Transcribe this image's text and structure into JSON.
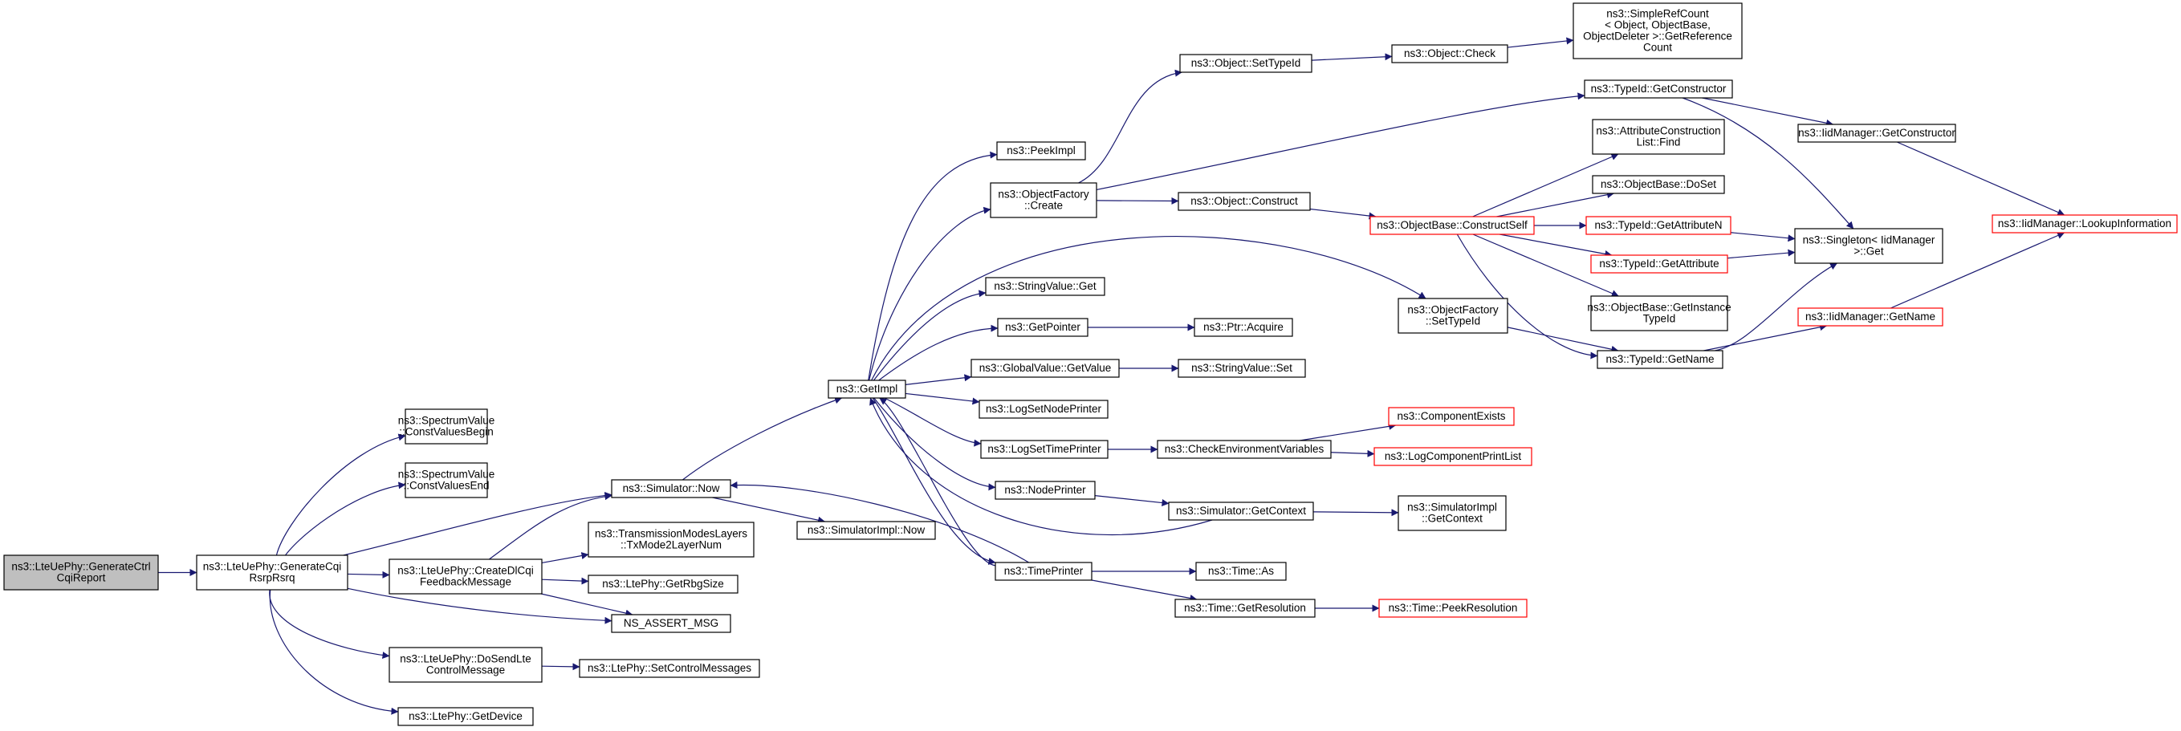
{
  "nodes": {
    "n0": {
      "lines": [
        "ns3::LteUePhy::GenerateCtrl",
        "CqiReport"
      ]
    },
    "n1": {
      "lines": [
        "ns3::LteUePhy::GenerateCqi",
        "RsrpRsrq"
      ]
    },
    "n2": {
      "lines": [
        "ns3::SpectrumValue",
        "::ConstValuesBegin"
      ]
    },
    "n3": {
      "lines": [
        "ns3::SpectrumValue",
        "::ConstValuesEnd"
      ]
    },
    "n4": {
      "lines": [
        "ns3::Simulator::Now"
      ]
    },
    "n5": {
      "lines": [
        "ns3::LteUePhy::CreateDlCqi",
        "FeedbackMessage"
      ]
    },
    "n6": {
      "lines": [
        "NS_ASSERT_MSG"
      ]
    },
    "n7": {
      "lines": [
        "ns3::LteUePhy::DoSendLte",
        "ControlMessage"
      ]
    },
    "n8": {
      "lines": [
        "ns3::LtePhy::GetDevice"
      ]
    },
    "n9": {
      "lines": [
        "ns3::TransmissionModesLayers",
        "::TxMode2LayerNum"
      ]
    },
    "n10": {
      "lines": [
        "ns3::LtePhy::GetRbgSize"
      ]
    },
    "n11": {
      "lines": [
        "ns3::LtePhy::SetControlMessages"
      ]
    },
    "n12": {
      "lines": [
        "ns3::GetImpl"
      ]
    },
    "n13": {
      "lines": [
        "ns3::SimulatorImpl::Now"
      ]
    },
    "n14": {
      "lines": [
        "ns3::PeekImpl"
      ]
    },
    "n15": {
      "lines": [
        "ns3::ObjectFactory",
        "::Create"
      ]
    },
    "n16": {
      "lines": [
        "ns3::StringValue::Get"
      ]
    },
    "n17": {
      "lines": [
        "ns3::GetPointer"
      ]
    },
    "n18": {
      "lines": [
        "ns3::GlobalValue::GetValue"
      ]
    },
    "n19": {
      "lines": [
        "ns3::LogSetNodePrinter"
      ]
    },
    "n20": {
      "lines": [
        "ns3::LogSetTimePrinter"
      ]
    },
    "n21": {
      "lines": [
        "ns3::NodePrinter"
      ]
    },
    "n22": {
      "lines": [
        "ns3::TimePrinter"
      ]
    },
    "n23": {
      "lines": [
        "ns3::Object::SetTypeId"
      ]
    },
    "n24": {
      "lines": [
        "ns3::Object::Construct"
      ]
    },
    "n25": {
      "lines": [
        "ns3::Ptr::Acquire"
      ]
    },
    "n26": {
      "lines": [
        "ns3::StringValue::Set"
      ]
    },
    "n27": {
      "lines": [
        "ns3::CheckEnvironmentVariables"
      ]
    },
    "n28": {
      "lines": [
        "ns3::Simulator::GetContext"
      ]
    },
    "n29": {
      "lines": [
        "ns3::Time::As"
      ]
    },
    "n30": {
      "lines": [
        "ns3::Time::GetResolution"
      ]
    },
    "n31": {
      "lines": [
        "ns3::Object::Check"
      ]
    },
    "n32": {
      "lines": [
        "ns3::ObjectBase::ConstructSelf"
      ]
    },
    "n33": {
      "lines": [
        "ns3::ObjectFactory",
        "::SetTypeId"
      ]
    },
    "n34": {
      "lines": [
        "ns3::ComponentExists"
      ]
    },
    "n35": {
      "lines": [
        "ns3::LogComponentPrintList"
      ]
    },
    "n36": {
      "lines": [
        "ns3::SimulatorImpl",
        "::GetContext"
      ]
    },
    "n37": {
      "lines": [
        "ns3::Time::PeekResolution"
      ]
    },
    "n38": {
      "lines": [
        "ns3::SimpleRefCount",
        "< Object, ObjectBase,",
        " ObjectDeleter >::GetReference",
        "Count"
      ]
    },
    "n39": {
      "lines": [
        "ns3::TypeId::GetConstructor"
      ]
    },
    "n40": {
      "lines": [
        "ns3::AttributeConstruction",
        "List::Find"
      ]
    },
    "n41": {
      "lines": [
        "ns3::ObjectBase::DoSet"
      ]
    },
    "n42": {
      "lines": [
        "ns3::TypeId::GetAttributeN"
      ]
    },
    "n43": {
      "lines": [
        "ns3::TypeId::GetAttribute"
      ]
    },
    "n44": {
      "lines": [
        "ns3::ObjectBase::GetInstance",
        "TypeId"
      ]
    },
    "n45": {
      "lines": [
        "ns3::TypeId::GetName"
      ]
    },
    "n46": {
      "lines": [
        "ns3::IidManager::GetConstructor"
      ]
    },
    "n47": {
      "lines": [
        "ns3::Singleton< IidManager",
        " >::Get"
      ]
    },
    "n48": {
      "lines": [
        "ns3::IidManager::GetName"
      ]
    },
    "n49": {
      "lines": [
        "ns3::IidManager::LookupInformation"
      ]
    }
  },
  "colors": {
    "edge": "#191970",
    "node_border": "#000000",
    "node_border_truncated": "#ff0000",
    "node_fill": "#ffffff",
    "root_fill": "#bfbfbf",
    "text": "#000000"
  }
}
